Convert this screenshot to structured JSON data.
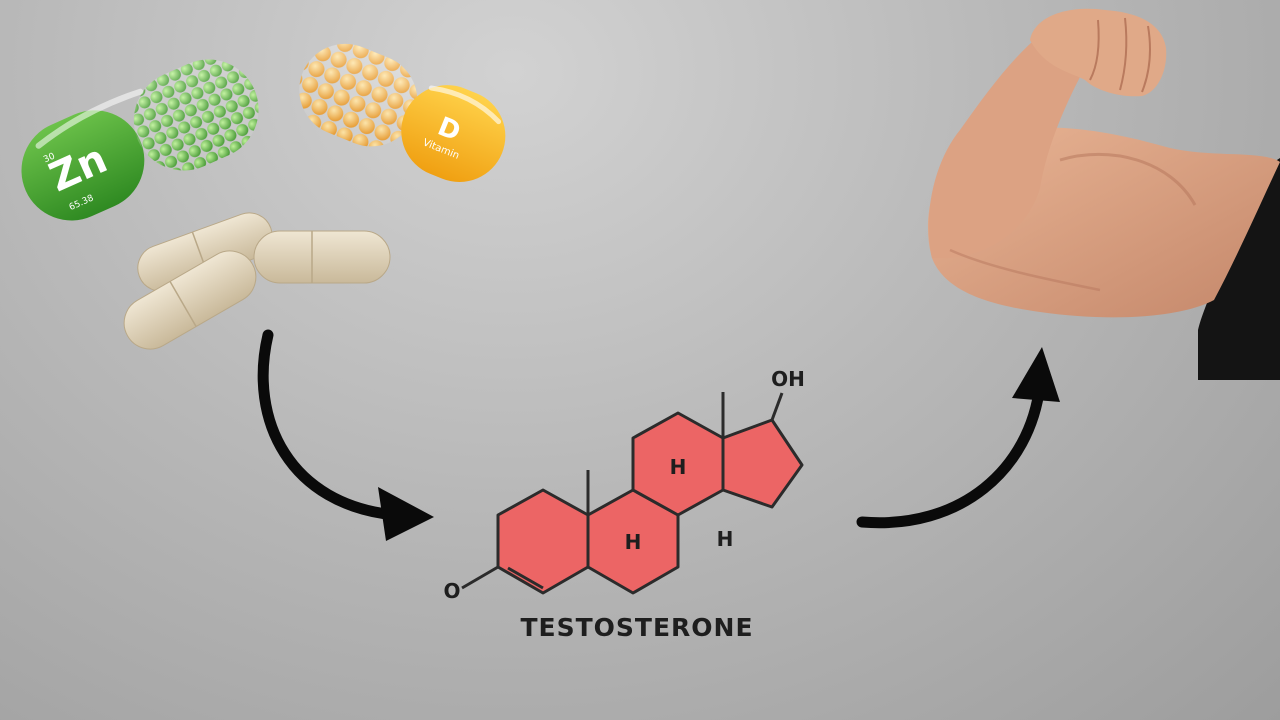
{
  "supplements": {
    "zinc": {
      "symbol": "Zn",
      "atomic_number": "30",
      "atomic_mass": "65.38"
    },
    "vitamin_d": {
      "letter": "D",
      "label": "Vitamin"
    }
  },
  "molecule": {
    "name": "TESTOSTERONE",
    "hydroxyl": "OH",
    "oxygen": "O",
    "hydrogen_1": "H",
    "hydrogen_2": "H",
    "hydrogen_3": "H"
  },
  "colors": {
    "ring_fill": "#ec6565",
    "bond": "#2b2b2b",
    "arrow": "#0a0a0a",
    "zinc_green": "#3fa22e",
    "vitamin_orange": "#f2a219",
    "capsule_beige": "#d9cdb4",
    "skin": "#d69a7a",
    "shirt": "#141414"
  }
}
